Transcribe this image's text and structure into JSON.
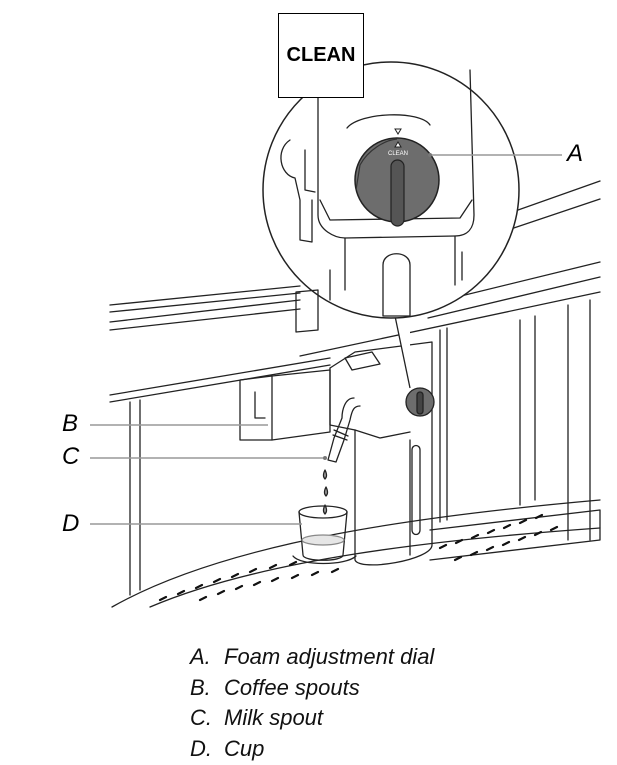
{
  "dial_box_label": "CLEAN",
  "dial_small_text": "CLEAN",
  "callouts": [
    {
      "letter": "A",
      "text": "Foam adjustment dial"
    },
    {
      "letter": "B",
      "text": "Coffee spouts"
    },
    {
      "letter": "C",
      "text": "Milk spout"
    },
    {
      "letter": "D",
      "text": "Cup"
    }
  ],
  "legend": [
    {
      "key": "A.",
      "text": "Foam adjustment dial"
    },
    {
      "key": "B.",
      "text": "Coffee spouts"
    },
    {
      "key": "C.",
      "text": "Milk spout"
    },
    {
      "key": "D.",
      "text": "Cup"
    }
  ],
  "colors": {
    "dial": "#6d6d6d",
    "leader": "#999999",
    "line": "#222222"
  }
}
